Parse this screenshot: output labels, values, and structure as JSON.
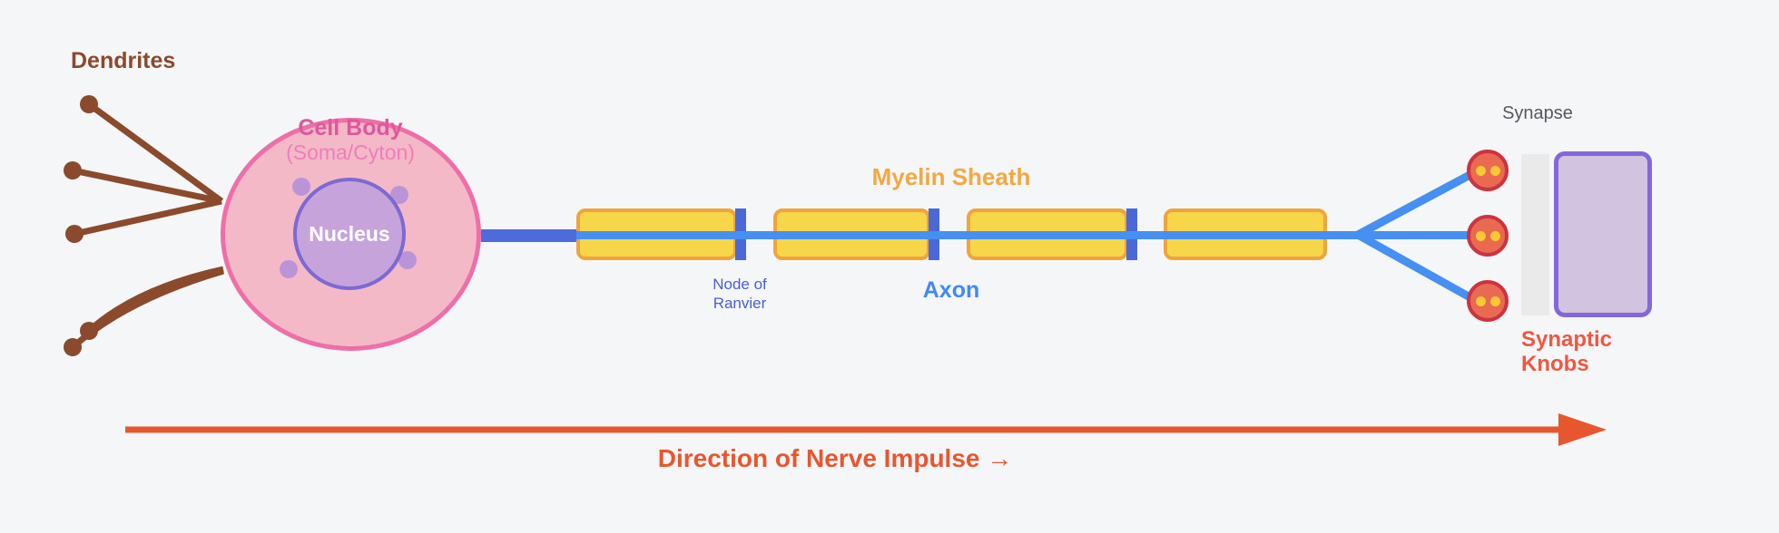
{
  "labels": {
    "dendrites": "Dendrites",
    "cell_body": "Cell Body",
    "cell_body_sub": "(Soma/Cyton)",
    "nucleus": "Nucleus",
    "myelin_sheath": "Myelin Sheath",
    "node_of_ranvier": "Node of Ranvier",
    "axon": "Axon",
    "synapse": "Synapse",
    "synaptic_knobs": "Synaptic Knobs",
    "direction_of_impulse": "Direction of Nerve Impulse →"
  },
  "colors": {
    "background": "#f5f6f8",
    "dendrite_brown": "#8a4a2b",
    "cell_body_fill": "#f4b9c7",
    "cell_body_border": "#ee6fa8",
    "cell_body_label": "#de579d",
    "soma_label": "#f07cbc",
    "nucleus_fill": "#c7a3dc",
    "nucleus_border": "#7c6ad2",
    "nissl_dot": "#b995d8",
    "myelin_fill": "#f7d64a",
    "myelin_border": "#f0a43c",
    "myelin_label": "#f2a843",
    "axon_line": "#4590f2",
    "axon_label": "#4189f5",
    "node_bar": "#4a68d8",
    "node_label": "#4a5ed6",
    "axon_hillock_bar": "#4e6bdb",
    "knob_fill": "#e96a50",
    "knob_border": "#cc3340",
    "knob_dot": "#f8c934",
    "synapse_label": "#55585f",
    "synaptic_cleft": "#eaeaea",
    "postsynaptic_fill": "#d2c3e0",
    "postsynaptic_border": "#8268d8",
    "impulse_arrow": "#e8562f"
  }
}
